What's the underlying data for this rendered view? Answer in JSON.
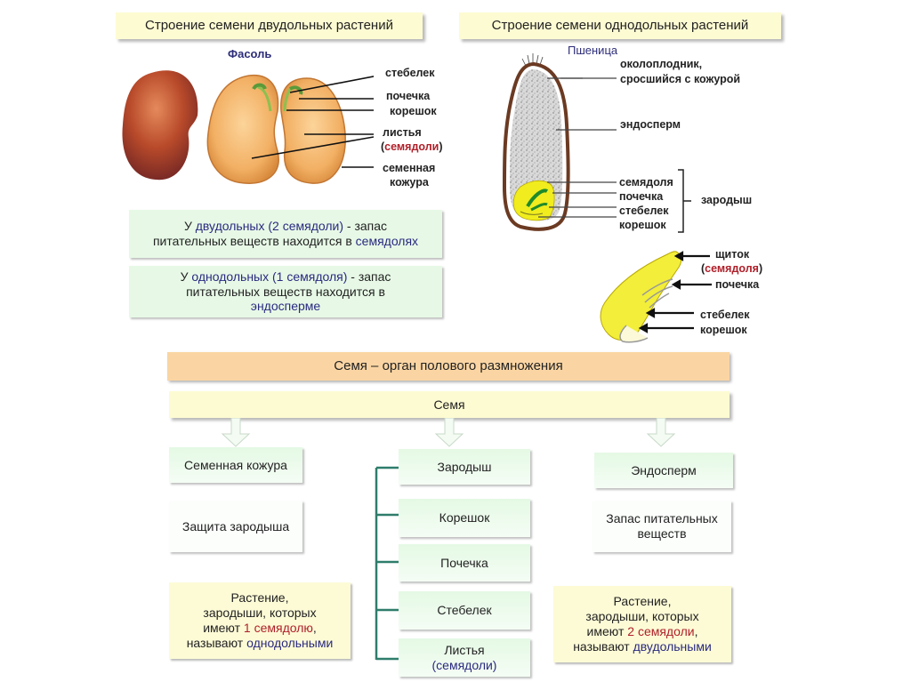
{
  "dicot": {
    "title": "Строение семени двудольных растений",
    "plant": "Фасоль",
    "labels": {
      "stem": "стебелек",
      "bud": "почечка",
      "root": "корешок",
      "leaves": "листья",
      "cotyledons_open": "(",
      "cotyledons": "семядоли",
      "cotyledons_close": ")",
      "coat_1": "семенная",
      "coat_2": "кожура"
    },
    "note": {
      "p1": "У ",
      "p2": "двудольных (2 семядоли)",
      "p3": " - запас",
      "p4": "питательных веществ находится в ",
      "p5": "семядолях"
    }
  },
  "monocot_note": {
    "p1": "У ",
    "p2": "однодольных (1 семядоля)",
    "p3": " - запас",
    "p4": "питательных веществ находится в",
    "p5": "эндосперме"
  },
  "monocot": {
    "title": "Строение семени однодольных растений",
    "plant": "Пшеница",
    "labels": {
      "pericarp_1": "околоплодник,",
      "pericarp_2": "сросшийся с кожурой",
      "endosperm": "эндосперм",
      "cotyledon": "семядоля",
      "bud": "почечка",
      "stem": "стебелек",
      "root": "корешок",
      "embryo": "зародыш"
    },
    "embryo_detail": {
      "shield": "щиток",
      "cotyledon_open": "(",
      "cotyledon": "семядоля",
      "cotyledon_close": ")",
      "bud": "почечка",
      "stem": "стебелек",
      "root": "корешок"
    }
  },
  "scheme": {
    "header": "Семя – орган полового размножения",
    "seed": "Семя",
    "coat": {
      "title": "Семенная кожура",
      "function": "Защита зародыша"
    },
    "embryo": {
      "title": "Зародыш",
      "parts": [
        "Корешок",
        "Почечка",
        "Стебелек"
      ],
      "leaves_1": "Листья",
      "leaves_2": "(семядоли)"
    },
    "endosperm": {
      "title": "Эндосперм",
      "function_1": "Запас питательных",
      "function_2": "веществ"
    },
    "monocot_def": {
      "l1": "Растение,",
      "l2": "зародыши, которых",
      "l3a": "имеют ",
      "l3b": "1 семядолю",
      "l3c": ",",
      "l4a": "называют ",
      "l4b": "однодольными"
    },
    "dicot_def": {
      "l1": "Растение,",
      "l2": "зародыши, которых",
      "l3a": "имеют ",
      "l3b": "2 семядоли",
      "l3c": ",",
      "l4a": "называют ",
      "l4b": "двудольными"
    }
  },
  "colors": {
    "title_bg": "#fdfbd2",
    "note_bg": "#e7f9e6",
    "header_bg": "#fad5a3",
    "connector": "#2e7d6b",
    "accent_blue": "#2a2a80",
    "accent_red": "#b0202a"
  }
}
